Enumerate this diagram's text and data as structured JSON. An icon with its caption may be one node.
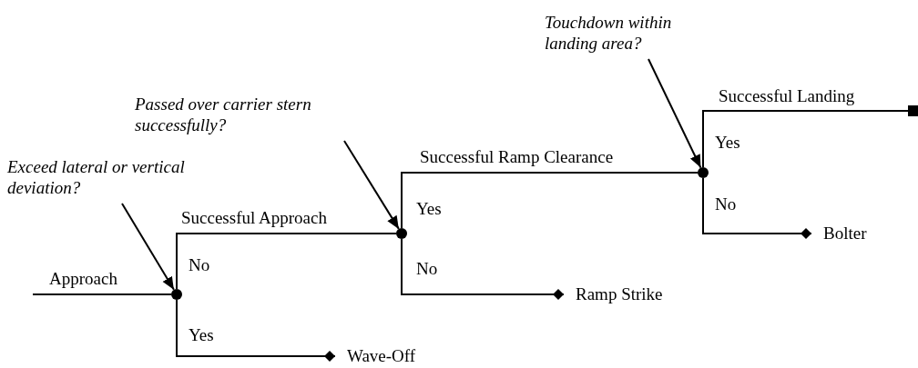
{
  "diagram": {
    "nodes": [
      {
        "text": [
          "Exceed lateral or vertical deviation?"
        ]
      },
      {
        "text": [],
        "shape": "circle"
      },
      {
        "text": [
          "Passed over carrier stern successfully?"
        ]
      },
      {
        "text": [],
        "shape": "circle"
      },
      {
        "text": [
          "Touchdown within landing area?"
        ]
      },
      {
        "text": [],
        "shape": "circle"
      },
      {
        "text": [
          "Wave-Off"
        ]
      },
      {
        "text": [
          "Ramp Strike"
        ]
      },
      {
        "text": [
          "Bolter"
        ]
      },
      {
        "text": [],
        "shape": "box"
      }
    ],
    "edges": [
      {
        "from": null,
        "to": 1,
        "arrow": "none",
        "label": "Approach"
      },
      {
        "from": 1,
        "to": 3,
        "arrow": "none",
        "label": "Successful Approach"
      },
      {
        "from": 1,
        "to": 6,
        "arrow": "other"
      },
      {
        "from": 3,
        "to": 5,
        "arrow": "none",
        "label": "Successful Ramp Clearance"
      },
      {
        "from": 3,
        "to": 7,
        "arrow": "other"
      },
      {
        "from": 5,
        "to": 9,
        "arrow": "none",
        "label": "Successful Landing"
      },
      {
        "from": 5,
        "to": 8,
        "arrow": "other"
      },
      {
        "from": 0,
        "to": 1,
        "arrow": "to"
      },
      {
        "from": 2,
        "to": 3,
        "arrow": "to"
      },
      {
        "from": 4,
        "to": 5,
        "arrow": "to"
      }
    ],
    "labels": [
      "No",
      "Yes",
      "Yes",
      "No",
      "Yes",
      "No"
    ]
  }
}
